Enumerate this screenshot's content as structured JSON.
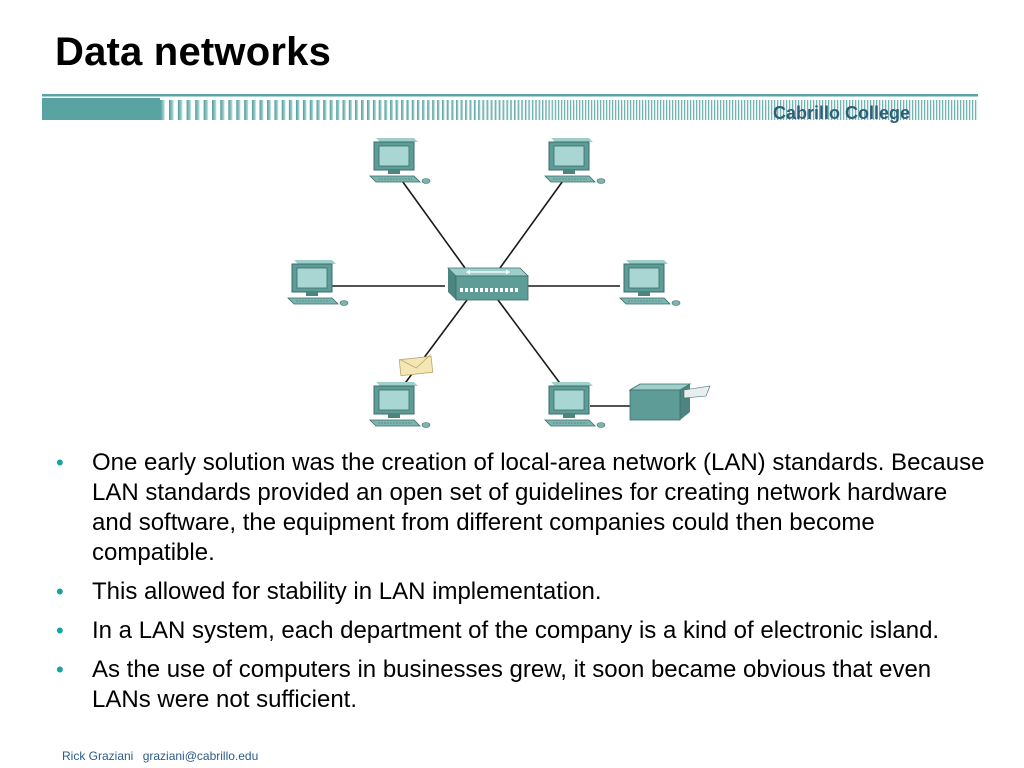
{
  "slide": {
    "title": "Data networks",
    "brand": "Cabrillo College"
  },
  "diagram": {
    "hub_icon": "network-hub-icon",
    "workstation_icon": "workstation-icon",
    "printer_icon": "printer-icon",
    "envelope_icon": "envelope-icon",
    "link_color": "#1a1a1a",
    "device_color": "#5e9c98"
  },
  "bullets": [
    "One early solution was the creation of local-area network (LAN) standards.   Because LAN standards provided an open set of guidelines for creating network hardware and software, the equipment from different companies could then become compatible.",
    "This allowed for stability in LAN implementation.",
    "In a LAN system, each department of the company is a kind of electronic island.",
    "As the use of computers in businesses grew, it soon became obvious that even LANs were not sufficient."
  ],
  "bullet_color": "#17a2a6",
  "footer": {
    "author": "Rick Graziani",
    "email": "graziani@cabrillo.edu"
  }
}
